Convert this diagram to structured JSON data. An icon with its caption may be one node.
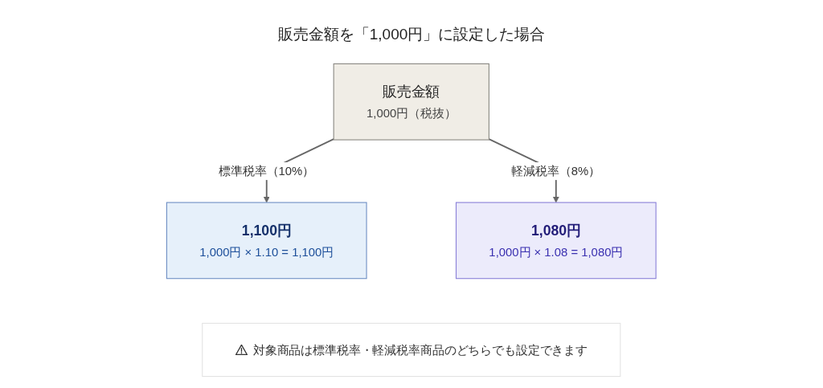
{
  "diagram": {
    "title": "販売金額を「1,000円」に設定した場合",
    "nodes": [
      {
        "text": [
          "販売金額",
          "1,000円（税抜）"
        ]
      },
      {
        "text": [
          "1,100円",
          "1,000円 × 1.10 = 1,100円"
        ]
      },
      {
        "text": [
          "1,080円",
          "1,000円 × 1.08 = 1,080円"
        ]
      },
      {
        "text": [
          "対象商品は標準税率・軽減税率商品のどちらでも設定できます"
        ]
      }
    ],
    "edges": [
      {
        "from": 0,
        "to": 1,
        "arrow": "to",
        "label": "標準税率（10%）"
      },
      {
        "from": 0,
        "to": 2,
        "arrow": "to",
        "label": "軽減税率（8%）"
      }
    ]
  }
}
